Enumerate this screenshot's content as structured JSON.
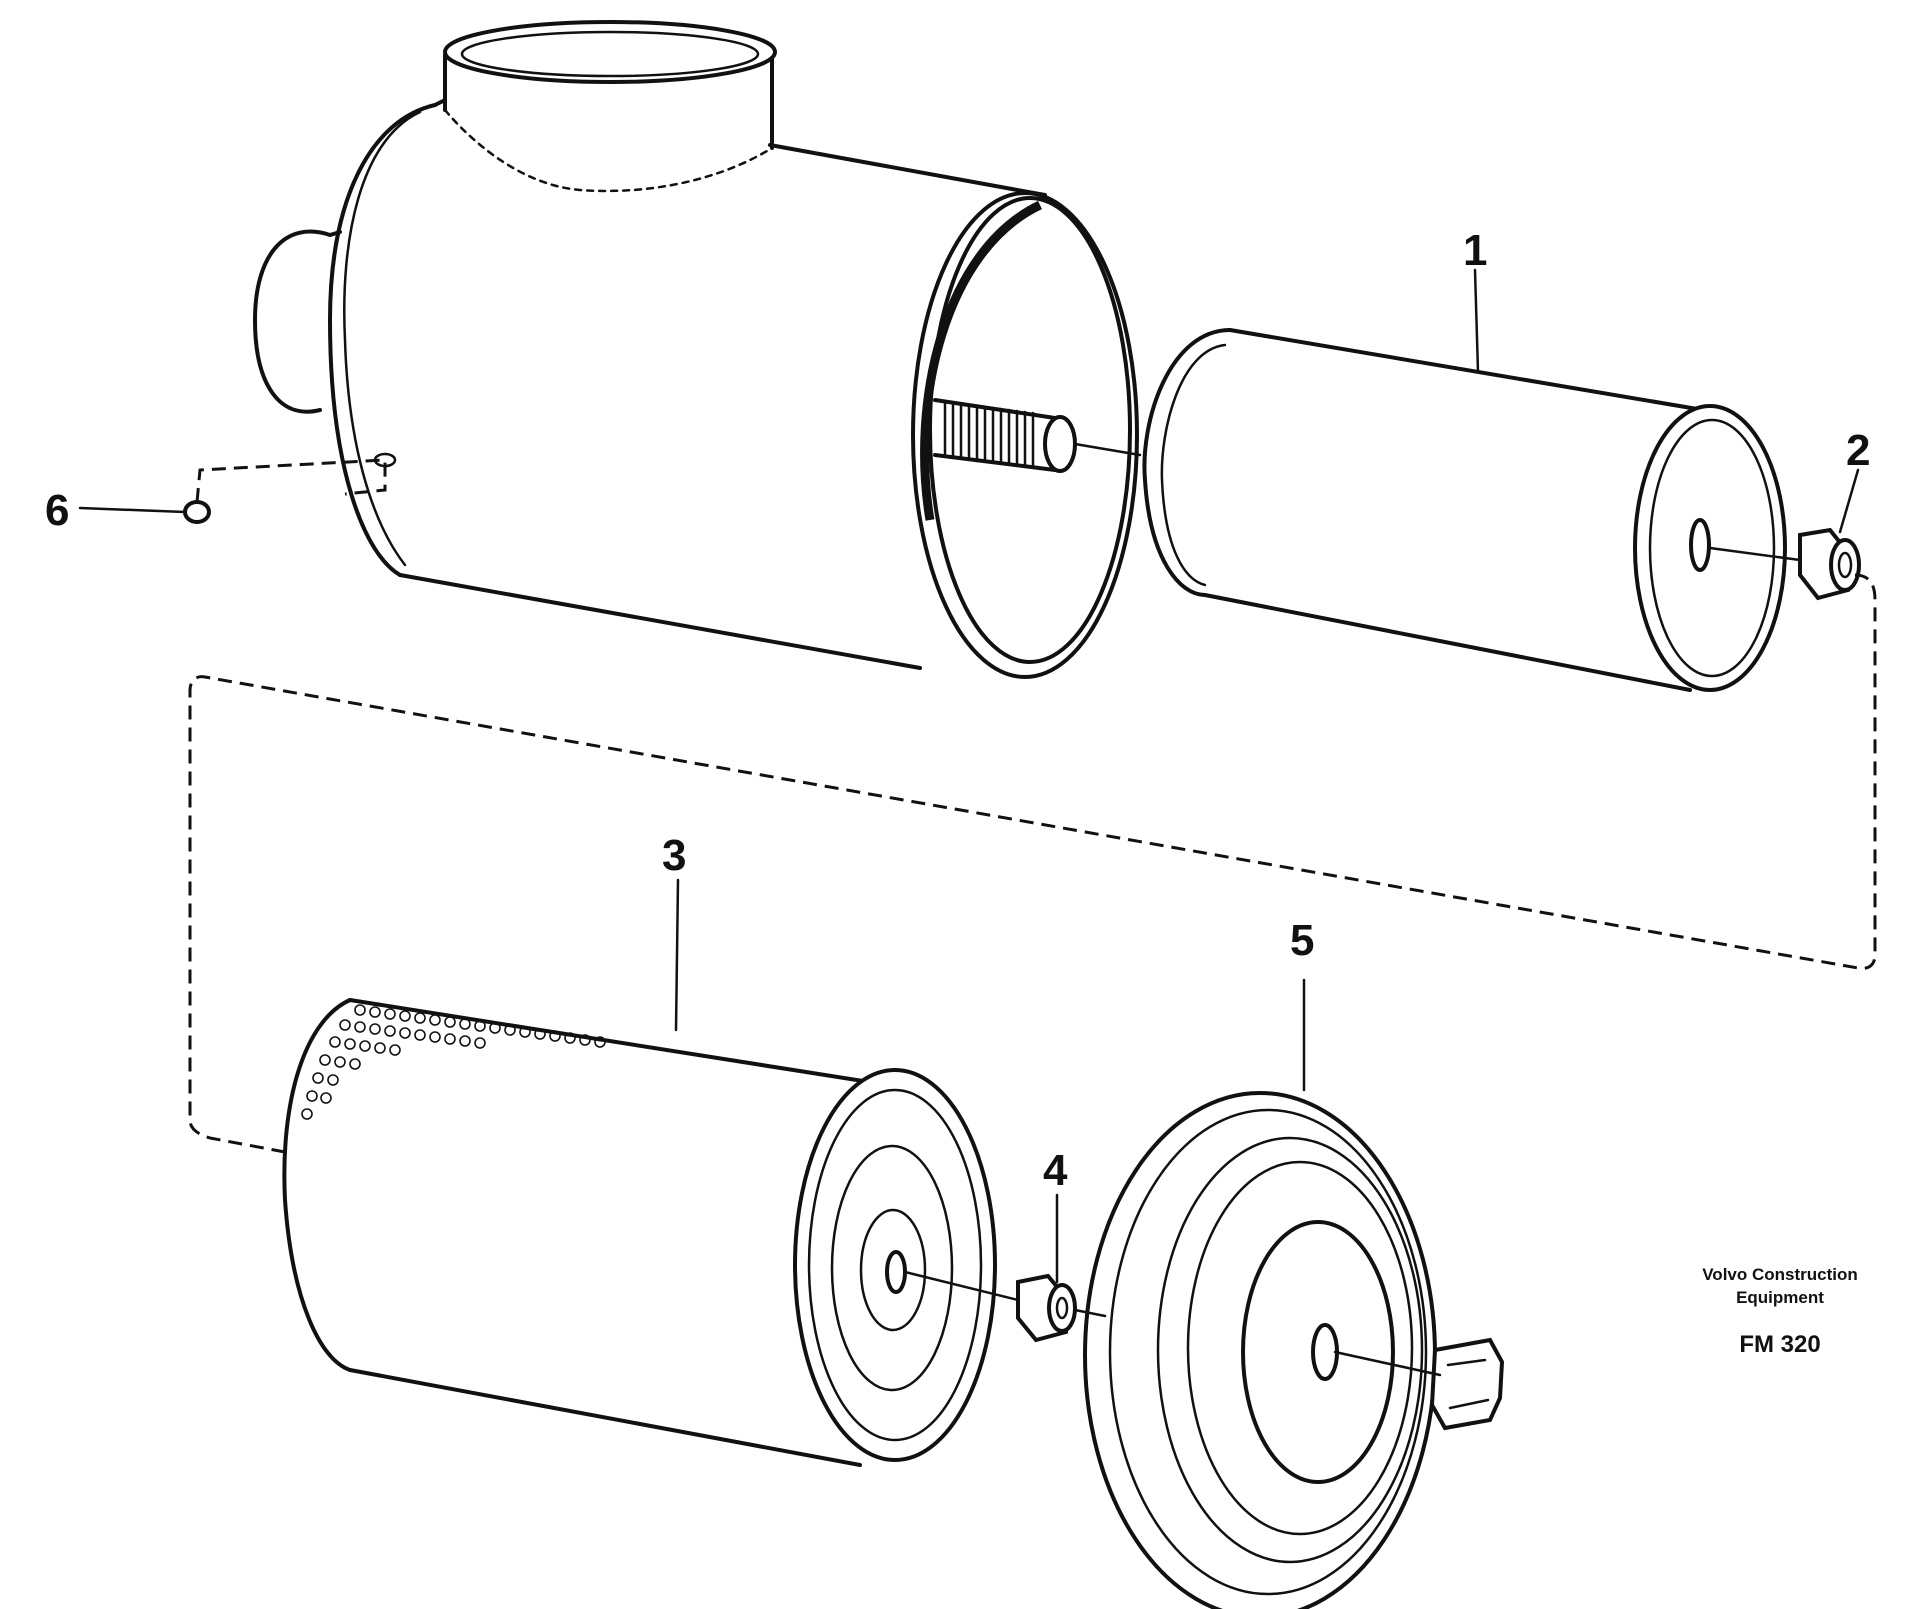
{
  "callouts": {
    "c1": "1",
    "c2": "2",
    "c3": "3",
    "c4": "4",
    "c5": "5",
    "c6": "6"
  },
  "credit": {
    "line1": "Volvo Construction",
    "line2": "Equipment",
    "code": "FM 320"
  }
}
